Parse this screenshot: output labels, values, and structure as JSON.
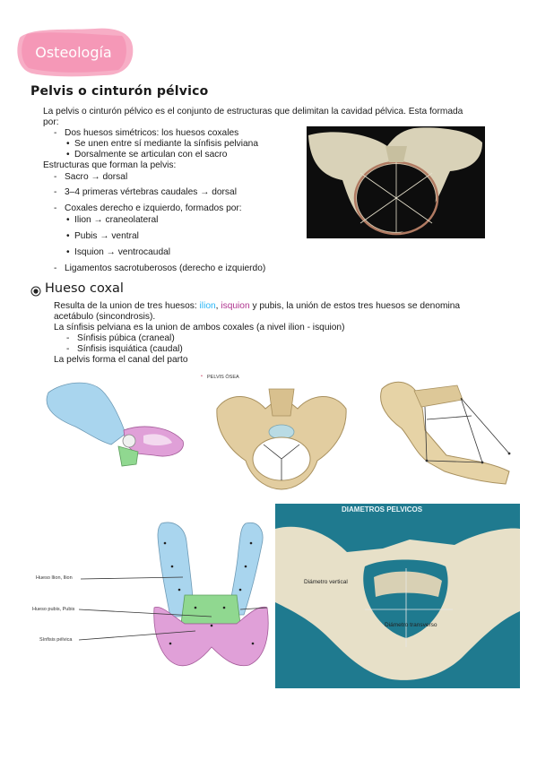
{
  "header": {
    "badge_text": "Osteología"
  },
  "section": {
    "title": "Pelvis o cinturón pélvico"
  },
  "intro": {
    "line1": "La pelvis o cinturón pélvico es el conjunto de estructuras que delimitan la cavidad pélvica. Esta formada",
    "line2": "por:"
  },
  "list1": {
    "item": "Dos huesos simétricos: los huesos coxales",
    "sub1": "Se unen entre sí mediante la sínfisis pelviana",
    "sub2": "Dorsalmente se articulan con el sacro"
  },
  "structures": {
    "heading": "Estructuras que forman la pelvis:",
    "item1": "Sacro → dorsal",
    "item2": "3–4 primeras vértebras caudales → dorsal",
    "item3": "Coxales derecho e izquierdo, formados por:",
    "sub1": "Ilion → craneolateral",
    "sub2": "Pubis → ventral",
    "sub3": "Isquion → ventrocaudal",
    "item4": "Ligamentos sacrotuberosos (derecho e izquierdo)"
  },
  "coxal": {
    "title": "Hueso coxal",
    "p1_pre": "Resulta de la union de tres huesos: ",
    "ilion": "ilion",
    "comma": ", ",
    "isquion": "isquion",
    "p1_post": " y pubis, la unión de estos tres huesos se denomina",
    "p1_line2": "acetábulo (sincondrosis).",
    "p2": "La sínfisis pelviana es la union de ambos coxales (a nivel ilion - isquion)",
    "sub1": "Sínfisis púbica (craneal)",
    "sub2": "Sínfisis isquiática (caudal)",
    "p3": "La pelvis forma el canal del parto"
  },
  "figures": {
    "pelvis_osea": "PELVIS ÓSEA",
    "label_ilion": "Hueso Ilion, Ilion",
    "label_pubis": "Hueso pubis, Pubis",
    "label_sinfisis": "Sínfisis pélvica",
    "diam_title": "DIAMETROS PELVICOS",
    "diam_vertical": "Diámetro vertical",
    "diam_transverso": "Diámetro transverso"
  },
  "colors": {
    "ilion": "#29b6f6",
    "isquion": "#b0358f",
    "badge": "#f48fb1"
  }
}
